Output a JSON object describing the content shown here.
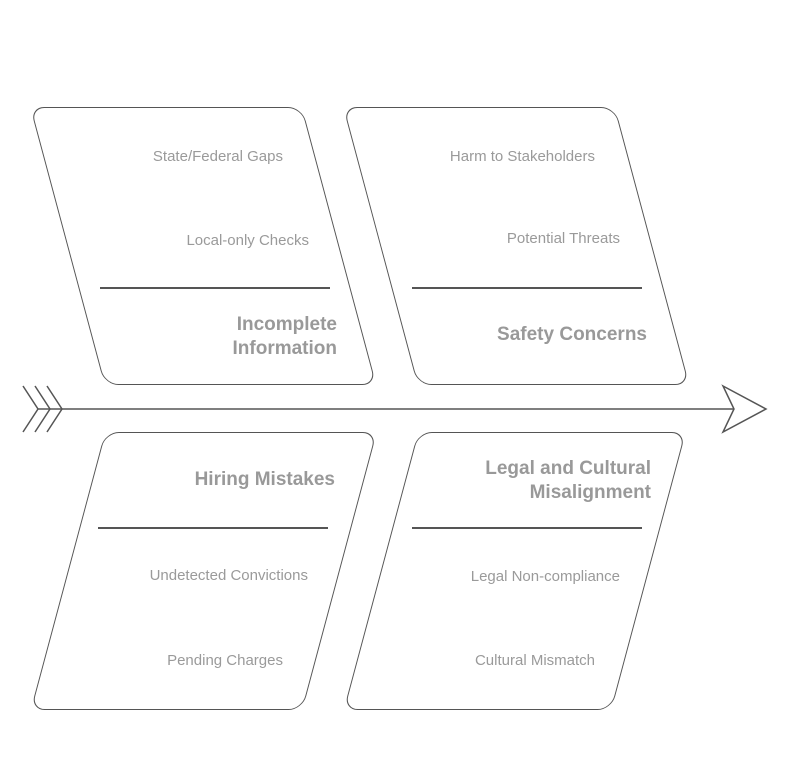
{
  "diagram": {
    "kind": "fishbone-cause-effect",
    "colors": {
      "line": "#555555",
      "cause_text": "#9a9a9a",
      "title_text": "#999999",
      "background": "#ffffff"
    },
    "spine": {
      "direction": "right"
    },
    "branches": [
      {
        "position": "top-left",
        "title": "Incomplete Information",
        "causes": [
          "State/Federal Gaps",
          "Local-only Checks"
        ]
      },
      {
        "position": "top-right",
        "title": "Safety Concerns",
        "causes": [
          "Harm to Stakeholders",
          "Potential Threats"
        ]
      },
      {
        "position": "bottom-left",
        "title": "Hiring Mistakes",
        "causes": [
          "Undetected Convictions",
          "Pending Charges"
        ]
      },
      {
        "position": "bottom-right",
        "title": "Legal and Cultural Misalignment",
        "causes": [
          "Legal Non-compliance",
          "Cultural Mismatch"
        ]
      }
    ]
  }
}
